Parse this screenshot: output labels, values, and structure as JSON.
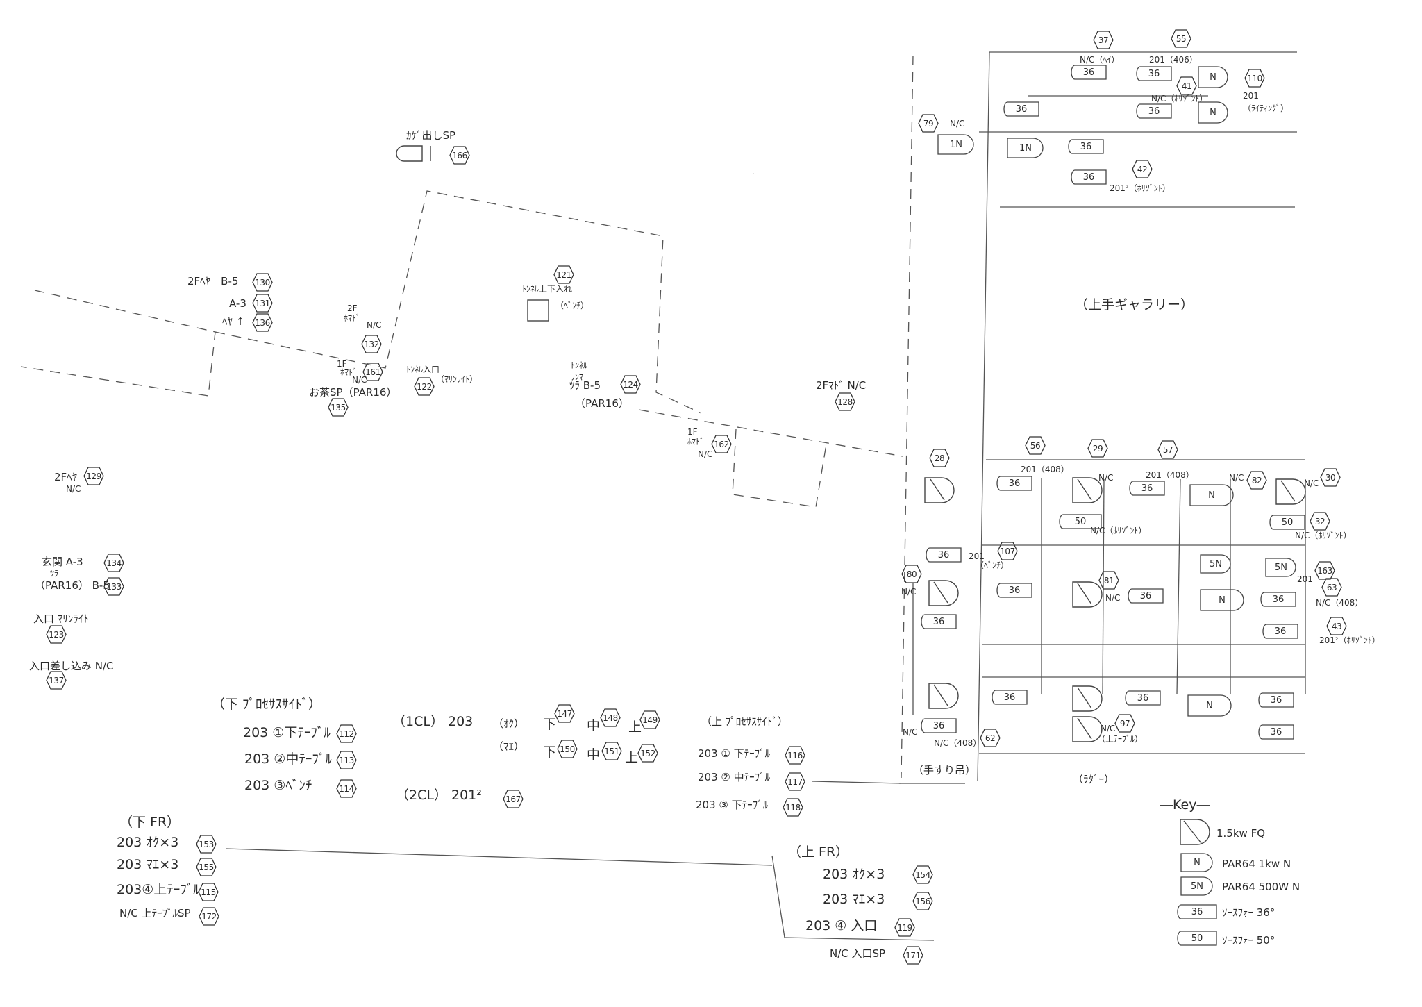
{
  "diagram": {
    "labels": {
      "l1": "ｶｹﾞ出しSP",
      "l2": "2Fﾍﾔ　B-5",
      "l3": "A-3",
      "l4": "ﾍﾔ ↑",
      "l5": "2F",
      "l6": "ﾎﾏﾄﾞ",
      "l7": "N/C",
      "l8": "1F",
      "l9": "ﾎﾏﾄﾞ",
      "l10": "N/C",
      "l11": "お茶SP（PAR16）",
      "l12": "ﾄﾝﾈﾙ入口",
      "l13": "（ﾏﾘﾝﾗｲﾄ）",
      "l14": "ﾄﾝﾈﾙ上下入れ",
      "l15": "（ﾍﾞﾝﾁ）",
      "l16": "ﾄﾝﾈﾙ",
      "l17": "ﾗﾝﾏ",
      "l18": "ﾂﾗ B-5",
      "l19": "（PAR16）",
      "l20": "1F",
      "l21": "ﾎﾏﾄﾞ",
      "l22": "N/C",
      "l23": "2Fﾏﾄﾞ N/C",
      "l24": "2Fﾍﾔ",
      "l25": "N/C",
      "l26": "玄関 A-3",
      "l27": "ﾂﾗ",
      "l28": "（PAR16） B-5",
      "l29": "入口 ﾏﾘﾝﾗｲﾄ",
      "l30": "入口差し込み N/C",
      "l31": "（下 ﾌﾟﾛｾｻｽｻｲﾄﾞ）",
      "l32": "203 ①下ﾃｰﾌﾞﾙ",
      "l33": "203 ②中ﾃｰﾌﾞﾙ",
      "l34": "203 ③ﾍﾞﾝﾁ",
      "l35": "（1CL） 203",
      "l36": "（ｵｸ）",
      "l37": "下",
      "l38": "中",
      "l39": "上",
      "l40": "（ﾏｴ）",
      "l41": "下",
      "l42": "中",
      "l43": "上",
      "l44": "（2CL） 201²",
      "l45": "（上 ﾌﾟﾛｾｻｽｻｲﾄﾞ）",
      "l46": "203 ① 下ﾃｰﾌﾞﾙ",
      "l47": "203 ② 中ﾃｰﾌﾞﾙ",
      "l48": "203 ③ 下ﾃｰﾌﾞﾙ",
      "l49": "（下 FR）",
      "l50": "203 ｵｸ×3",
      "l51": "203 ﾏｴ×3",
      "l52": "203④上ﾃｰﾌﾞﾙ",
      "l53": "N/C 上ﾃｰﾌﾞﾙSP",
      "l54": "（上 FR）",
      "l55": "203 ｵｸ×3",
      "l56": "203 ﾏｴ×3",
      "l57": "203 ④ 入口",
      "l58": "N/C 入口SP",
      "l59": "N/C（ﾍｲ）",
      "l60": "201（406）",
      "l61": "N/C（ﾎﾘｿﾞﾝﾄ）",
      "l62": "201",
      "l63": "（ﾗｲﾃｨﾝｸﾞ）",
      "l64": "N/C",
      "l65": "201²（ﾎﾘｿﾞﾝﾄ）",
      "l66": "（上手ギャラリー）",
      "l67": "201（408）",
      "l68": "N/C",
      "l69": "201（408）",
      "l70": "N/C",
      "l71": "N/C",
      "l72": "N/C（ﾎﾘｿﾞﾝﾄ）",
      "l73": "N/C（ﾎﾘｿﾞﾝﾄ）",
      "l74": "201",
      "l75": "（ﾍﾞﾝﾁ）",
      "l76": "201",
      "l77": "N/C",
      "l78": "N/C",
      "l79": "N/C（408）",
      "l80": "201²（ﾎﾘｿﾞﾝﾄ）",
      "l81": "N/C",
      "l82": "（上ﾃｰﾌﾞﾙ）",
      "l83": "N/C（408）",
      "l84": "（手すり吊）",
      "l85": "（ﾗﾀﾞｰ）",
      "l86": "N/C",
      "k0": "―Key―",
      "k1": "1.5kw FQ",
      "k2": "PAR64 1kw N",
      "k3": "PAR64 500W N",
      "k4": "ｿｰｽﾌｫｰ 36°",
      "k5": "ｿｰｽﾌｫｰ 50°"
    },
    "channels": {
      "c1": "166",
      "c2": "130",
      "c3": "131",
      "c4": "136",
      "c5": "132",
      "c6": "161",
      "c7": "135",
      "c8": "122",
      "c9": "121",
      "c10": "124",
      "c11": "128",
      "c12": "162",
      "c13": "129",
      "c14": "134",
      "c15": "133",
      "c16": "123",
      "c17": "137",
      "c18": "112",
      "c19": "113",
      "c20": "114",
      "c21": "147",
      "c22": "148",
      "c23": "149",
      "c24": "150",
      "c25": "151",
      "c26": "152",
      "c27": "167",
      "c28": "116",
      "c29": "117",
      "c30": "118",
      "c31": "153",
      "c32": "155",
      "c33": "115",
      "c34": "172",
      "c35": "154",
      "c36": "156",
      "c37": "119",
      "c38": "171",
      "c39": "37",
      "c40": "55",
      "c41": "41",
      "c42": "110",
      "c43": "79",
      "c44": "42",
      "c45": "28",
      "c46": "56",
      "c47": "29",
      "c48": "57",
      "c49": "82",
      "c50": "30",
      "c51": "32",
      "c52": "107",
      "c53": "163",
      "c54": "80",
      "c55": "81",
      "c56": "63",
      "c57": "43",
      "c58": "97",
      "c59": "62"
    },
    "fixtures": {
      "f1": "36",
      "f2": "36",
      "f3": "N",
      "f4": "36",
      "f5": "36",
      "f6": "N",
      "f7": "1N",
      "f8": "1N",
      "f9": "36",
      "f10": "36",
      "f11": "36",
      "f12": "36",
      "f13": "N",
      "f14": "50",
      "f15": "50",
      "f16": "36",
      "f17": "5N",
      "f18": "5N",
      "f19": "36",
      "f20": "36",
      "f21": "N",
      "f22": "36",
      "f23": "36",
      "f24": "36",
      "f25": "36",
      "f26": "36",
      "f27": "N",
      "f28": "36",
      "f29": "36",
      "f30": "36",
      "kf2": "N",
      "kf3": "5N",
      "kf4": "36",
      "kf5": "50"
    }
  }
}
